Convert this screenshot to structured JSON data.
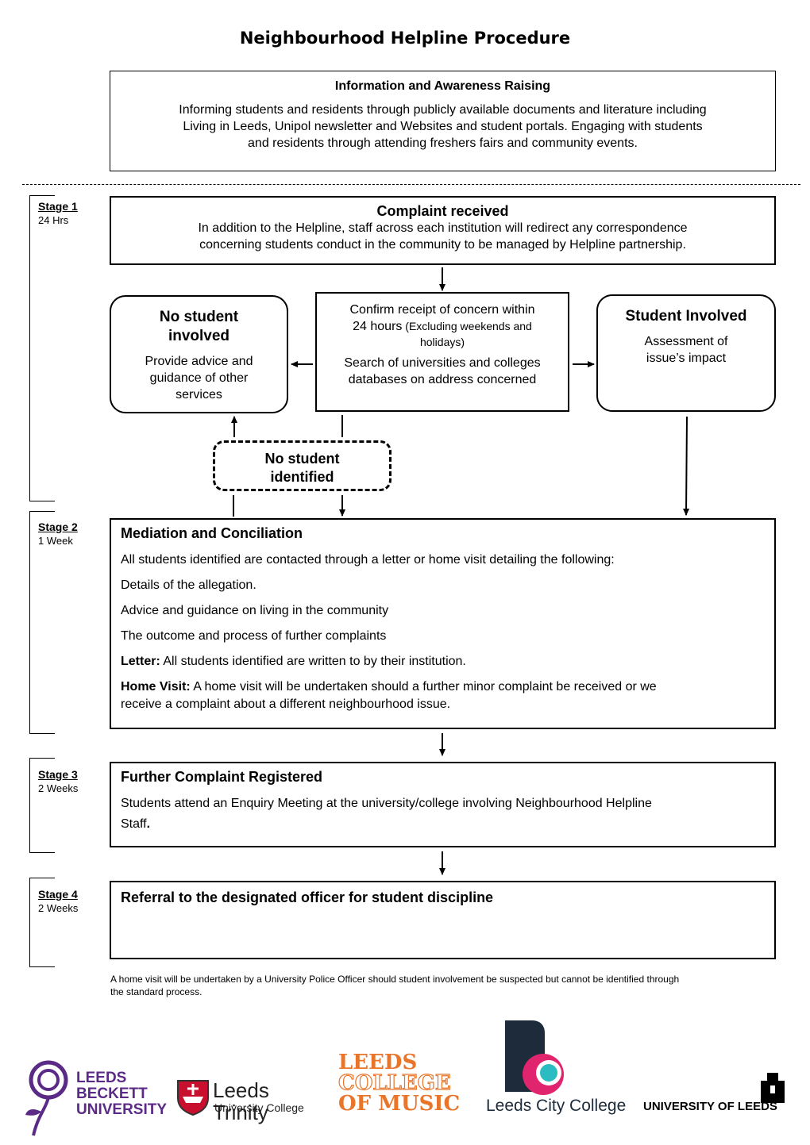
{
  "page_title": "Neighbourhood Helpline Procedure",
  "info_box": {
    "heading": "Information and Awareness Raising",
    "lines": [
      "Informing students and residents through publicly available documents and literature including",
      "Living in Leeds, Unipol newsletter and Websites and student portals.  Engaging with students",
      "and residents through attending freshers fairs and community events."
    ]
  },
  "stages": [
    {
      "label": "Stage 1",
      "duration": "24 Hrs"
    },
    {
      "label": "Stage 2",
      "duration": "1 Week"
    },
    {
      "label": "Stage 3",
      "duration": "2 Weeks"
    },
    {
      "label": "Stage 4",
      "duration": "2 Weeks"
    }
  ],
  "complaint_box": {
    "heading": "Complaint received",
    "lines": [
      "In addition to the Helpline, staff across each institution will redirect any correspondence",
      "concerning students conduct in the community to be managed by Helpline partnership."
    ]
  },
  "no_student_box": {
    "heading_lines": [
      "No student",
      "involved"
    ],
    "text_lines": [
      "Provide advice and",
      "guidance of other",
      "services"
    ]
  },
  "confirm_box": {
    "line1": "Confirm receipt of concern within",
    "line2_main": "24 hours",
    "line2_small": " (Excluding weekends and",
    "line3_small": "holidays)",
    "line4": "Search of universities and colleges",
    "line5": "databases on address concerned"
  },
  "student_involved_box": {
    "heading": "Student Involved",
    "text_lines": [
      "Assessment of",
      "issue’s impact"
    ]
  },
  "no_student_identified_box": {
    "lines": [
      "No student",
      "identified"
    ]
  },
  "mediation_box": {
    "heading": "Mediation and Conciliation",
    "intro": "All students identified are contacted through a letter or home visit detailing the following:",
    "items": [
      "Details of the allegation.",
      "Advice and guidance on living in the community",
      "The outcome and process of further complaints"
    ],
    "letter_label": "Letter:",
    "letter_text": " All students identified are written to by their institution.",
    "home_label": "Home Visit:",
    "home_text_line1": " A home visit will be undertaken should a further minor complaint be received or we",
    "home_text_line2": "receive a complaint about a different neighbourhood issue."
  },
  "further_box": {
    "heading": "Further Complaint Registered",
    "line1": "Students attend an Enquiry Meeting at the university/college involving Neighbourhood Helpline",
    "line2": "Staff",
    "line2_end": "."
  },
  "referral_box": {
    "heading": "Referral to the designated officer for student discipline"
  },
  "footnote": {
    "line1": " A home visit will be undertaken by a University Police Officer should student involvement be suspected but cannot be identified through",
    "line2": "the standard process."
  },
  "logos": {
    "leeds_beckett": [
      "LEEDS",
      "BECKETT",
      "UNIVERSITY"
    ],
    "leeds_trinity": [
      "Leeds Trinity",
      "University College"
    ],
    "leeds_college_music": [
      "LEEDS",
      "COLLEGE",
      "OF MUSIC"
    ],
    "leeds_city_college": "Leeds City College",
    "university_of_leeds": "UNIVERSITY OF LEEDS"
  },
  "colors": {
    "beckett_purple": "#5b2a86",
    "trinity_red": "#c8102e",
    "music_orange": "#e8752a",
    "city_navy": "#1d2b3a",
    "city_pink": "#e0256e",
    "city_teal": "#2bbcc2"
  }
}
